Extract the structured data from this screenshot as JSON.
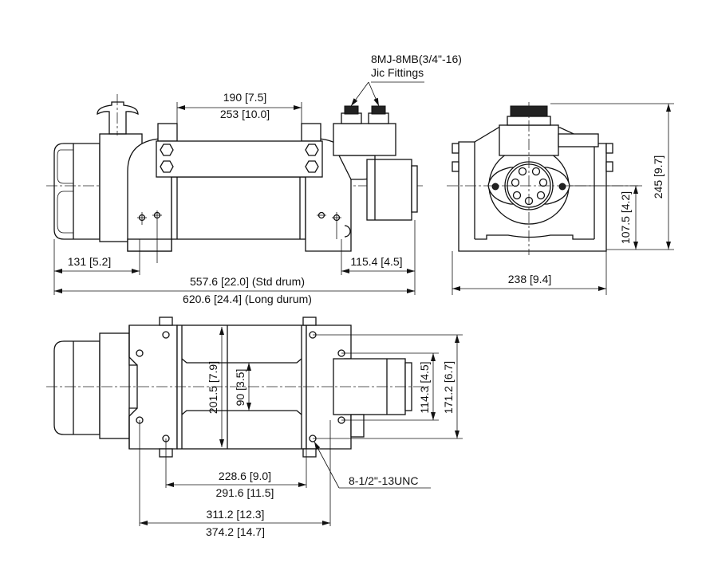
{
  "drawing": {
    "fitting_label": {
      "line1": "8MJ-8MB(3/4\"-16)",
      "line2": "Jic Fittings"
    },
    "front_view": {
      "dim_drum_std": "190 [7.5]",
      "dim_drum_long": "253 [10.0]",
      "dim_left_offset": "131 [5.2]",
      "dim_right_offset": "115.4 [4.5]",
      "dim_overall_std": "557.6 [22.0] (Std drum)",
      "dim_overall_long": "620.6 [24.4] (Long durum)"
    },
    "side_view": {
      "dim_height": "245 [9.7]",
      "dim_center_height": "107.5 [4.2]",
      "dim_width": "238 [9.4]"
    },
    "top_view": {
      "dim_flange_dia": "201.5 [7.9]",
      "dim_barrel_dia": "90 [3.5]",
      "dim_bolt_inner": "114.3 [4.5]",
      "dim_bolt_outer": "171.2 [6.7]",
      "dim_bolt_std": "228.6 [9.0]",
      "dim_bolt_long": "291.6 [11.5]",
      "dim_base_std": "311.2 [12.3]",
      "dim_base_long": "374.2 [14.7]",
      "bolt_spec": "8-1/2\"-13UNC"
    }
  }
}
